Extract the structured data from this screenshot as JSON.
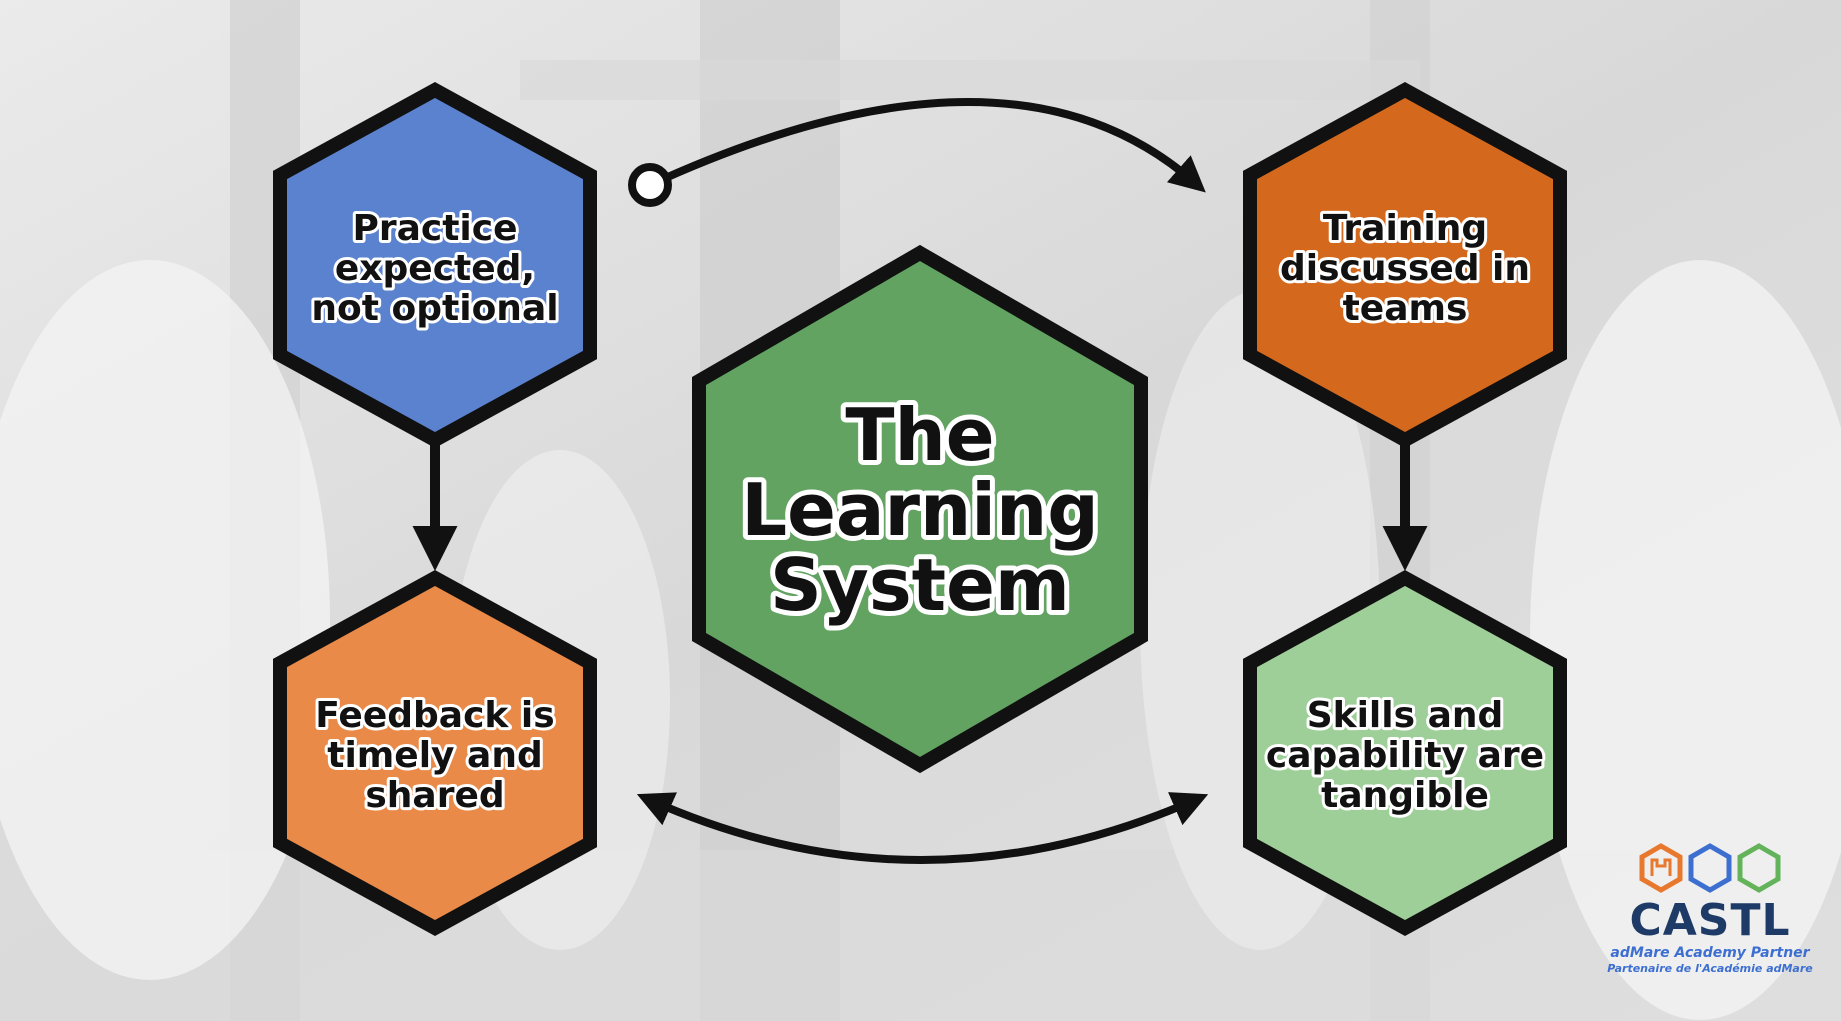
{
  "center": {
    "lines": [
      "The",
      "Learning",
      "System"
    ],
    "fill": "#62a362"
  },
  "nodes": {
    "top_left": {
      "lines": [
        "Practice",
        "expected,",
        "not optional"
      ],
      "fill": "#5b82ce"
    },
    "top_right": {
      "lines": [
        "Training",
        "discussed in",
        "teams"
      ],
      "fill": "#d4691e"
    },
    "bottom_left": {
      "lines": [
        "Feedback is",
        "timely and",
        "shared"
      ],
      "fill": "#e98a48"
    },
    "bottom_right": {
      "lines": [
        "Skills and",
        "capability are",
        "tangible"
      ],
      "fill": "#9fcf98"
    }
  },
  "logo": {
    "name": "CASTL",
    "tagline_en": "adMare Academy Partner",
    "tagline_fr": "Partenaire de l'Académie adMare",
    "colors": [
      "#e8782d",
      "#3d6fd1",
      "#62b35a"
    ]
  },
  "colors": {
    "outline": "#111111",
    "arrow": "#111111"
  }
}
